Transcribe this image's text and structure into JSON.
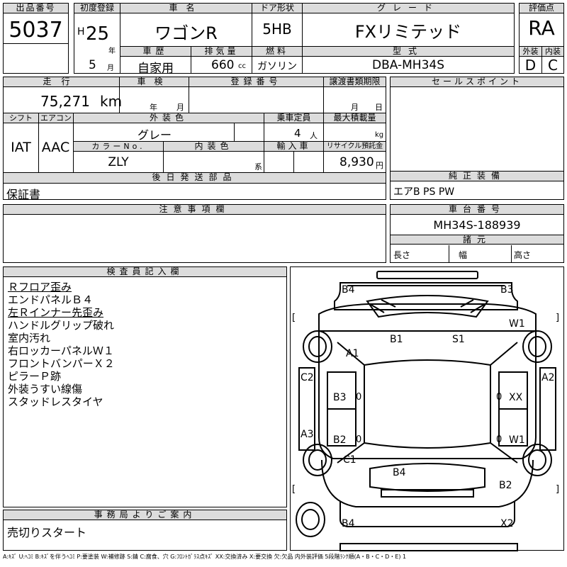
{
  "header": {
    "lot_no": {
      "label": "出品番号",
      "value": "5037"
    },
    "first_reg": {
      "label": "初度登録",
      "era": "H",
      "year": "25",
      "year_unit": "年",
      "month": "5",
      "month_unit": "月"
    },
    "car_name": {
      "label": "車名",
      "value": "ワゴンR"
    },
    "door": {
      "label": "ドア形状",
      "value": "5HB"
    },
    "grade": {
      "label": "グレード",
      "value": "FXリミテッド"
    },
    "score": {
      "label": "評価点",
      "value": "RA"
    },
    "history": {
      "label": "車歴",
      "value": "自家用"
    },
    "displacement": {
      "label": "排気量",
      "value": "660",
      "unit": "cc"
    },
    "fuel": {
      "label": "燃料",
      "value": "ガソリン"
    },
    "model": {
      "label": "型式",
      "value": "DBA-MH34S"
    },
    "ext_grade": {
      "label": "外装",
      "value": "D"
    },
    "int_grade": {
      "label": "内装",
      "value": "C"
    }
  },
  "row2": {
    "mileage": {
      "label": "走行",
      "value": "75,271",
      "unit": "km"
    },
    "inspection": {
      "label": "車検",
      "year_unit": "年",
      "month_unit": "月"
    },
    "reg_no": {
      "label": "登録番号"
    },
    "transfer": {
      "label": "譲渡書類期限",
      "month_unit": "月",
      "day_unit": "日"
    },
    "shift": {
      "label": "シフト",
      "value": "IAT"
    },
    "ac": {
      "label": "エアコン",
      "value": "AAC"
    },
    "ext_color": {
      "label": "外装色",
      "value": "グレー"
    },
    "capacity": {
      "label": "乗車定員",
      "value": "4",
      "unit": "人"
    },
    "max_load": {
      "label": "最大積載量",
      "unit": "kg"
    },
    "color_no": {
      "label": "カラーNo.",
      "value": "ZLY"
    },
    "int_color": {
      "label": "内装色",
      "unit": "系"
    },
    "import": {
      "label": "輸入車"
    },
    "recycle": {
      "label": "リサイクル預託金",
      "value": "8,930",
      "unit": "円"
    },
    "sales_point": {
      "label": "セールスポイント"
    },
    "later_parts": {
      "label": "後日発送部品",
      "value": "保証書"
    },
    "genuine_equip": {
      "label": "純正装備",
      "value": "エアB PS PW"
    }
  },
  "notes": {
    "label": "注意事項欄"
  },
  "chassis": {
    "label": "車台番号",
    "value": "MH34S-188939",
    "spec": {
      "label": "諸元",
      "length": "長さ",
      "width": "幅",
      "height": "高さ"
    }
  },
  "inspector": {
    "label": "検査員記入欄",
    "lines": [
      {
        "text": "Ｒフロア歪み",
        "u": true
      },
      {
        "text": "エンドパネルＢ４",
        "u": false
      },
      {
        "text": "左Ｒインナー先歪み",
        "u": true
      },
      {
        "text": "ハンドルグリップ破れ",
        "u": false
      },
      {
        "text": "室内汚れ",
        "u": false
      },
      {
        "text": "右ロッカーパネルＷ１",
        "u": false
      },
      {
        "text": "フロントバンパーＸ２",
        "u": false
      },
      {
        "text": "ピラーＰ跡",
        "u": false
      },
      {
        "text": "外装うすい線傷",
        "u": false
      },
      {
        "text": "スタッドレスタイヤ",
        "u": false
      }
    ]
  },
  "office": {
    "label": "事務局よりご案内",
    "value": "売切りスタート"
  },
  "diagram": {
    "marks": {
      "top_left": "B4",
      "top_right": "B3",
      "w1_upper": "W1",
      "a1": "A1",
      "b1": "B1",
      "s1": "S1",
      "c2": "C2",
      "a2": "A2",
      "b3": "B3",
      "xx": "XX",
      "a3": "A3",
      "b2_mid": "B2",
      "w1_lower": "W1",
      "c1": "C1",
      "b4_mid": "B4",
      "b2_low": "B2",
      "bottom_left": "B4",
      "bottom_right": "X2"
    },
    "brackets": [
      "[",
      "]",
      "[",
      "]"
    ],
    "zeros": [
      "0",
      "0",
      "0",
      "0"
    ]
  },
  "legend": "A:ｷｽﾞ U:ﾍｺﾐ B:ｷｽﾞを伴うﾍｺﾐ P:要塗装 W:補修跡 S:錆 C:腐食、穴 G:ﾌﾛﾝﾄｶﾞﾗｽ点ｷｽﾞ XX:交換済み X:要交換 欠:欠品 内外装評価 5段階ﾗﾝｸ順(A・B・C・D・E) 1"
}
